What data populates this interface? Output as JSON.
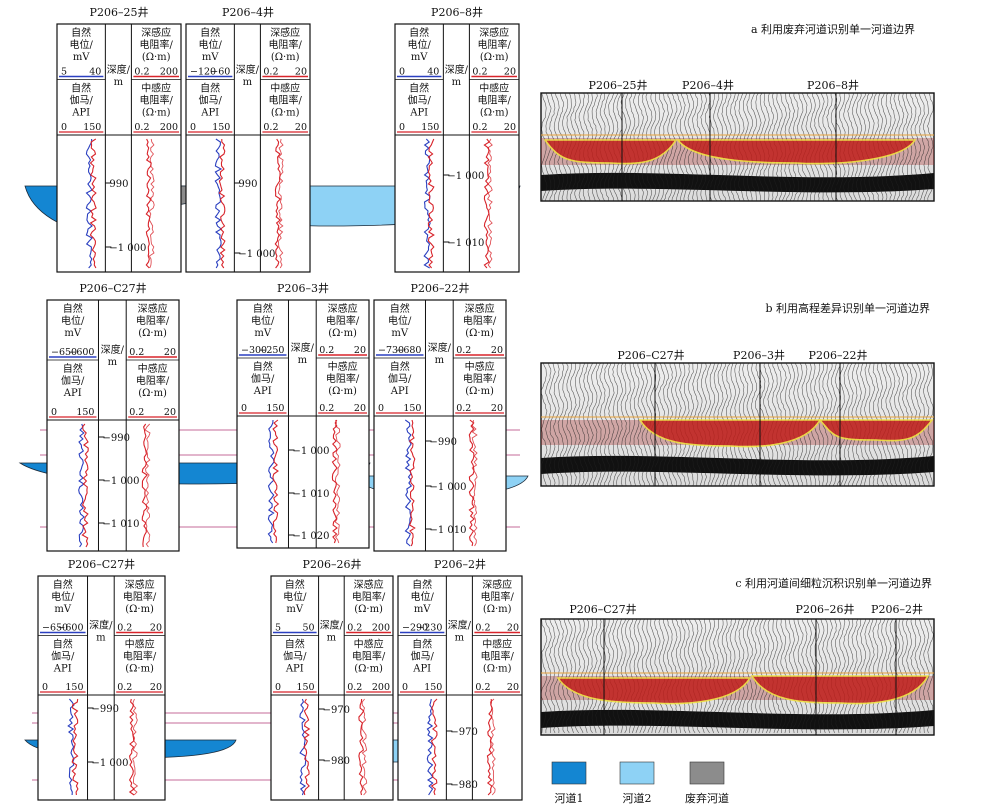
{
  "headers": {
    "sp": "自然电位/mV",
    "sp_lines": [
      "自然",
      "电位/",
      "mV"
    ],
    "gr_lines": [
      "自然",
      "伽马/",
      "API"
    ],
    "depth_lines": [
      "深度/",
      "m"
    ],
    "deep_lines": [
      "深感应",
      "电阻率/",
      "(Ω·m)"
    ],
    "med_lines": [
      "中感应",
      "电阻率/",
      "(Ω·m)"
    ],
    "gr_scale": [
      "0",
      "150"
    ]
  },
  "wells": {
    "a1": {
      "name": "P206–25井",
      "sp": [
        "5",
        "40"
      ],
      "deep": [
        "0.2",
        "200"
      ],
      "med": [
        "0.2",
        "200"
      ],
      "depths": [
        "990",
        "−1 000"
      ]
    },
    "a2": {
      "name": "P206–4井",
      "sp": [
        "−120",
        "−60"
      ],
      "deep": [
        "0.2",
        "20"
      ],
      "med": [
        "0.2",
        "20"
      ],
      "depths": [
        "990",
        "−1 000"
      ]
    },
    "a3": {
      "name": "P206–8井",
      "sp": [
        "0",
        "40"
      ],
      "deep": [
        "0.2",
        "20"
      ],
      "med": [
        "0.2",
        "20"
      ],
      "depths": [
        "−1 000",
        "−1 010"
      ]
    },
    "b1": {
      "name": "P206–C27井",
      "sp": [
        "−650",
        "−600"
      ],
      "deep": [
        "0.2",
        "20"
      ],
      "med": [
        "0.2",
        "20"
      ],
      "depths": [
        "−990",
        "−1 000",
        "−1 010"
      ]
    },
    "b2": {
      "name": "P206–3井",
      "sp": [
        "−300",
        "−250"
      ],
      "deep": [
        "0.2",
        "20"
      ],
      "med": [
        "0.2",
        "20"
      ],
      "depths": [
        "−1 000",
        "−1 010",
        "−1 020"
      ]
    },
    "b3": {
      "name": "P206–22井",
      "sp": [
        "−730",
        "−680"
      ],
      "deep": [
        "0.2",
        "20"
      ],
      "med": [
        "0.2",
        "20"
      ],
      "depths": [
        "−990",
        "−1 000",
        "−1 010"
      ]
    },
    "c1": {
      "name": "P206–C27井",
      "sp": [
        "−650",
        "−600"
      ],
      "deep": [
        "0.2",
        "20"
      ],
      "med": [
        "0.2",
        "20"
      ],
      "depths": [
        "−990",
        "−1 000"
      ]
    },
    "c2": {
      "name": "P206–26井",
      "sp": [
        "5",
        "50"
      ],
      "deep": [
        "0.2",
        "200"
      ],
      "med": [
        "0.2",
        "200"
      ],
      "depths": [
        "−970",
        "−980"
      ]
    },
    "c3": {
      "name": "P206–2井",
      "sp": [
        "−290",
        "−230"
      ],
      "deep": [
        "0.2",
        "20"
      ],
      "med": [
        "0.2",
        "20"
      ],
      "depths": [
        "−970",
        "−980"
      ]
    }
  },
  "captions": {
    "a": "a 利用废弃河道识别单一河道边界",
    "b": "b 利用高程差异识别单一河道边界",
    "c": "c 利用河道间细粒沉积识别单一河道边界"
  },
  "seismic": {
    "a": [
      "P206–25井",
      "P206–4井",
      "P206–8井"
    ],
    "b": [
      "P206–C27井",
      "P206–3井",
      "P206–22井"
    ],
    "c": [
      "P206–C27井",
      "P206–26井",
      "P206–2井"
    ]
  },
  "legend": [
    {
      "label": "河道1",
      "color": "#1486d2"
    },
    {
      "label": "河道2",
      "color": "#8ed2f5"
    },
    {
      "label": "废弃河道",
      "color": "#8c8c8c"
    }
  ],
  "colors": {
    "channel1": "#1486d2",
    "channel2": "#8ed2f5",
    "abandoned": "#8c8c8c",
    "sp_curve": "#2a3fc0",
    "res_curve": "#d8232a",
    "yellow": "#f2e23a"
  }
}
